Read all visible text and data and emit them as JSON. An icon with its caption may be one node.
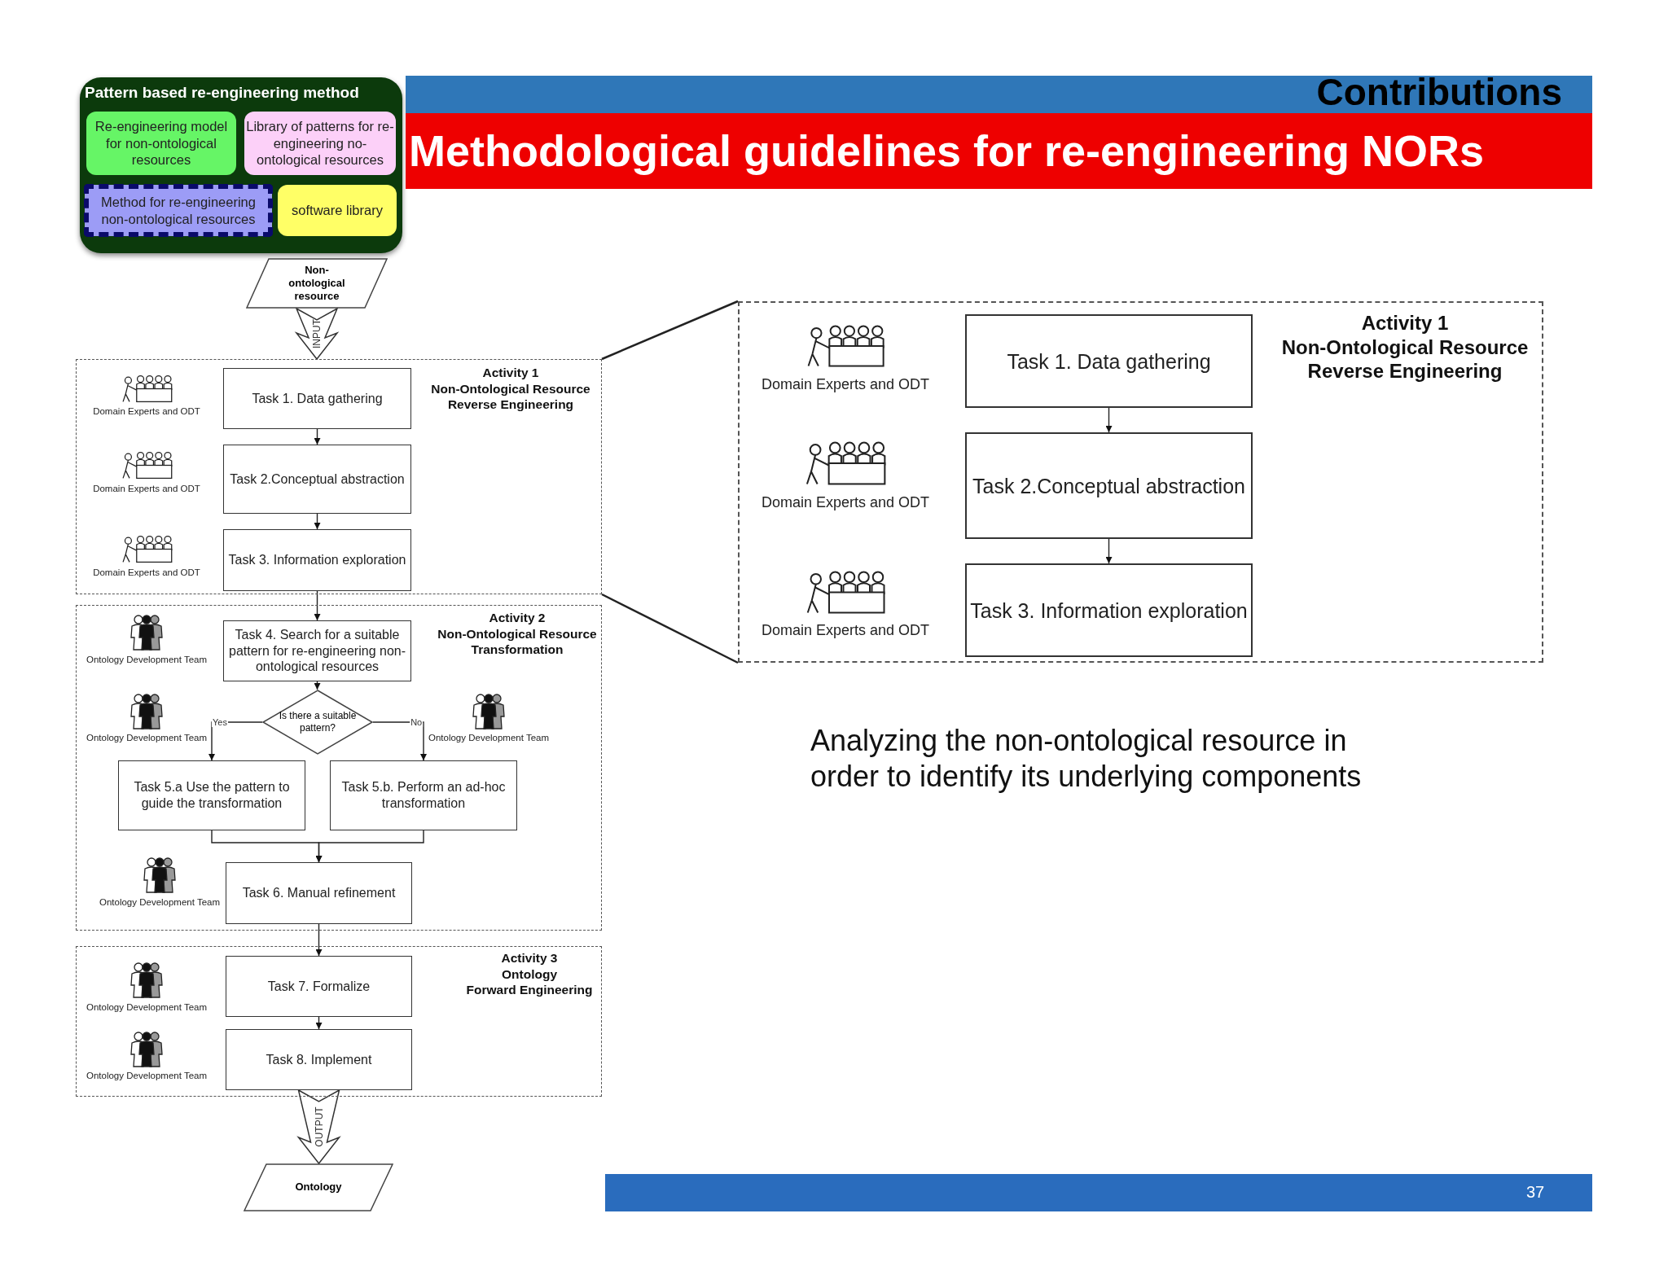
{
  "diagram": {
    "title": "Methodological guidelines for re-engineering NORs",
    "nodes": [
      {
        "text": [
          "Pattern based re-engineering method"
        ]
      },
      {
        "text": [
          "Re-engineering model for non-ontological resources"
        ],
        "in": 0
      },
      {
        "text": [
          "Library of patterns for re-engineering no-ontological resources"
        ],
        "in": 0
      },
      {
        "text": [
          "Method for re-engineering non-ontological resources"
        ],
        "in": 0
      },
      {
        "text": [
          "software library"
        ],
        "in": 0
      },
      {
        "text": [
          "Non-ontological resource"
        ]
      },
      {
        "text": [
          "Activity 1",
          "Non-Ontological Resource Reverse Engineering"
        ]
      },
      {
        "text": [
          "Task 1. Data gathering"
        ],
        "in": 6
      },
      {
        "text": [
          "Task 2.Conceptual abstraction"
        ],
        "in": 6
      },
      {
        "text": [
          "Task 3. Information exploration"
        ],
        "in": 6
      },
      {
        "text": [
          "Activity 2",
          "Non-Ontological Resource Transformation"
        ]
      },
      {
        "text": [
          "Task 4. Search for a suitable pattern for re-engineering non-ontological resources"
        ],
        "in": 10
      },
      {
        "text": [
          "Is there a suitable pattern?"
        ],
        "in": 10
      },
      {
        "text": [
          "Task 5.a Use the pattern to guide the transformation"
        ],
        "in": 10
      },
      {
        "text": [
          "Task 5.b. Perform an ad-hoc transformation"
        ],
        "in": 10
      },
      {
        "text": [
          "Task 6. Manual refinement"
        ],
        "in": 10
      },
      {
        "text": [
          "Activity 3",
          "Ontology",
          "Forward Engineering"
        ]
      },
      {
        "text": [
          "Task 7. Formalize"
        ],
        "in": 16
      },
      {
        "text": [
          "Task 8. Implement"
        ],
        "in": 16
      },
      {
        "text": [
          "Ontology"
        ]
      },
      {
        "text": [
          "Activity 1",
          "Non-Ontological Resource Reverse Engineering"
        ]
      },
      {
        "text": [
          "Task 1. Data gathering"
        ],
        "in": 20
      },
      {
        "text": [
          "Task 2.Conceptual abstraction"
        ],
        "in": 20
      },
      {
        "text": [
          "Task 3. Information exploration"
        ],
        "in": 20
      }
    ],
    "edges": [
      {
        "from": 5,
        "to": 6,
        "arrow": "to",
        "style": "thick",
        "label": "INPUT"
      },
      {
        "from": 7,
        "to": 8,
        "arrow": "to"
      },
      {
        "from": 8,
        "to": 9,
        "arrow": "to"
      },
      {
        "from": 9,
        "to": 11,
        "arrow": "to"
      },
      {
        "from": 11,
        "to": 12,
        "arrow": "to"
      },
      {
        "from": 12,
        "to": 13,
        "arrow": "to",
        "label": "Yes"
      },
      {
        "from": 12,
        "to": 14,
        "arrow": "to",
        "label": "No"
      },
      {
        "from": 13,
        "to": 15,
        "arrow": "to"
      },
      {
        "from": 14,
        "to": 15,
        "arrow": "to"
      },
      {
        "from": 15,
        "to": 17,
        "arrow": "to"
      },
      {
        "from": 17,
        "to": 18,
        "arrow": "to"
      },
      {
        "from": 18,
        "to": 19,
        "arrow": "to",
        "style": "thick",
        "label": "OUTPUT"
      },
      {
        "from": 21,
        "to": 22,
        "arrow": "to"
      },
      {
        "from": 22,
        "to": 23,
        "arrow": "to"
      },
      {
        "from": 6,
        "to": 20,
        "arrow": "none"
      },
      {
        "from": 6,
        "to": 20,
        "arrow": "none"
      }
    ],
    "labels": [
      "Contributions",
      "Domain Experts and ODT",
      "Domain Experts and ODT",
      "Domain Experts and ODT",
      "Ontology Development Team",
      "Ontology Development Team",
      "Ontology Development Team",
      "Ontology Development Team",
      "Ontology Development Team",
      "Ontology Development Team",
      "Domain Experts and ODT",
      "Domain Experts and ODT",
      "Domain Experts and ODT",
      "Analyzing the non-ontological resource in order to identify its underlying components",
      "37"
    ]
  }
}
